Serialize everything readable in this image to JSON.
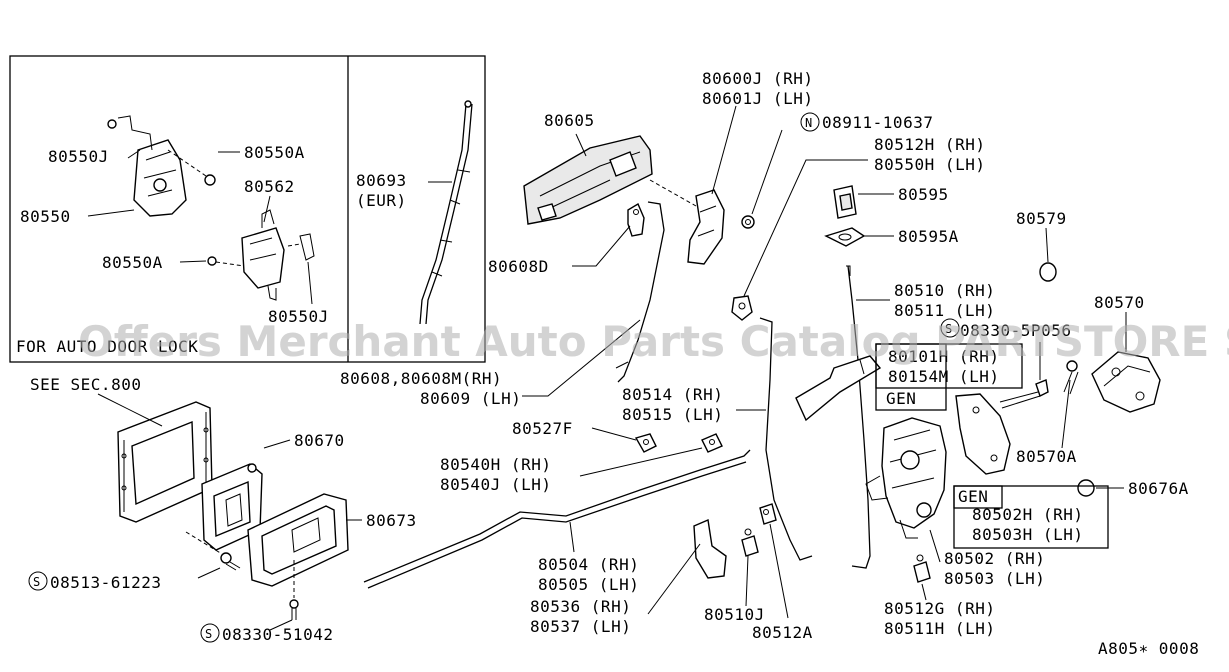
{
  "diagram_code": "A805∗ 0008",
  "watermark": "Offers Merchant Auto Parts Catalog PARTSTORE SA",
  "inset": {
    "caption": "FOR AUTO DOOR LOCK",
    "eur_label": "(EUR)"
  },
  "notes": {
    "see_sec": "SEE SEC.800",
    "gen": "GEN"
  },
  "symbols": {
    "n": "N",
    "s": "S"
  },
  "parts": {
    "p80550J_a": "80550J",
    "p80550A_a": "80550A",
    "p80562": "80562",
    "p80550": "80550",
    "p80550A_b": "80550A",
    "p80550J_b": "80550J",
    "p80693": "80693",
    "p80605": "80605",
    "p80600J": "80600J (RH)",
    "p80601J": "80601J (LH)",
    "p08911": "08911-10637",
    "p80512H": "80512H (RH)",
    "p80550H": "80550H (LH)",
    "p80595": "80595",
    "p80595A": "80595A",
    "p80579": "80579",
    "p80608D": "80608D",
    "p80510": "80510 (RH)",
    "p80511": "80511 (LH)",
    "p80570": "80570",
    "p08330_b": "08330-5P056",
    "p80101H": "80101H (RH)",
    "p80154M": "80154M (LH)",
    "p80608": "80608,80608M(RH)",
    "p80609": "80609 (LH)",
    "p80514": "80514 (RH)",
    "p80515": "80515 (LH)",
    "p80527F": "80527F",
    "p80670": "80670",
    "p80540H": "80540H (RH)",
    "p80540J": "80540J (LH)",
    "p80570A": "80570A",
    "p80676A": "80676A",
    "p80673": "80673",
    "p80502H": "80502H (RH)",
    "p80503H": "80503H (LH)",
    "p80504": "80504 (RH)",
    "p80505": "80505 (LH)",
    "p80502": "80502 (RH)",
    "p80503": "80503 (LH)",
    "p08513": "08513-61223",
    "p80536": "80536 (RH)",
    "p80537": "80537 (LH)",
    "p80510J": "80510J",
    "p80512A": "80512A",
    "p80512G": "80512G (RH)",
    "p80511H": "80511H (LH)",
    "p08330_a": "08330-51042"
  }
}
